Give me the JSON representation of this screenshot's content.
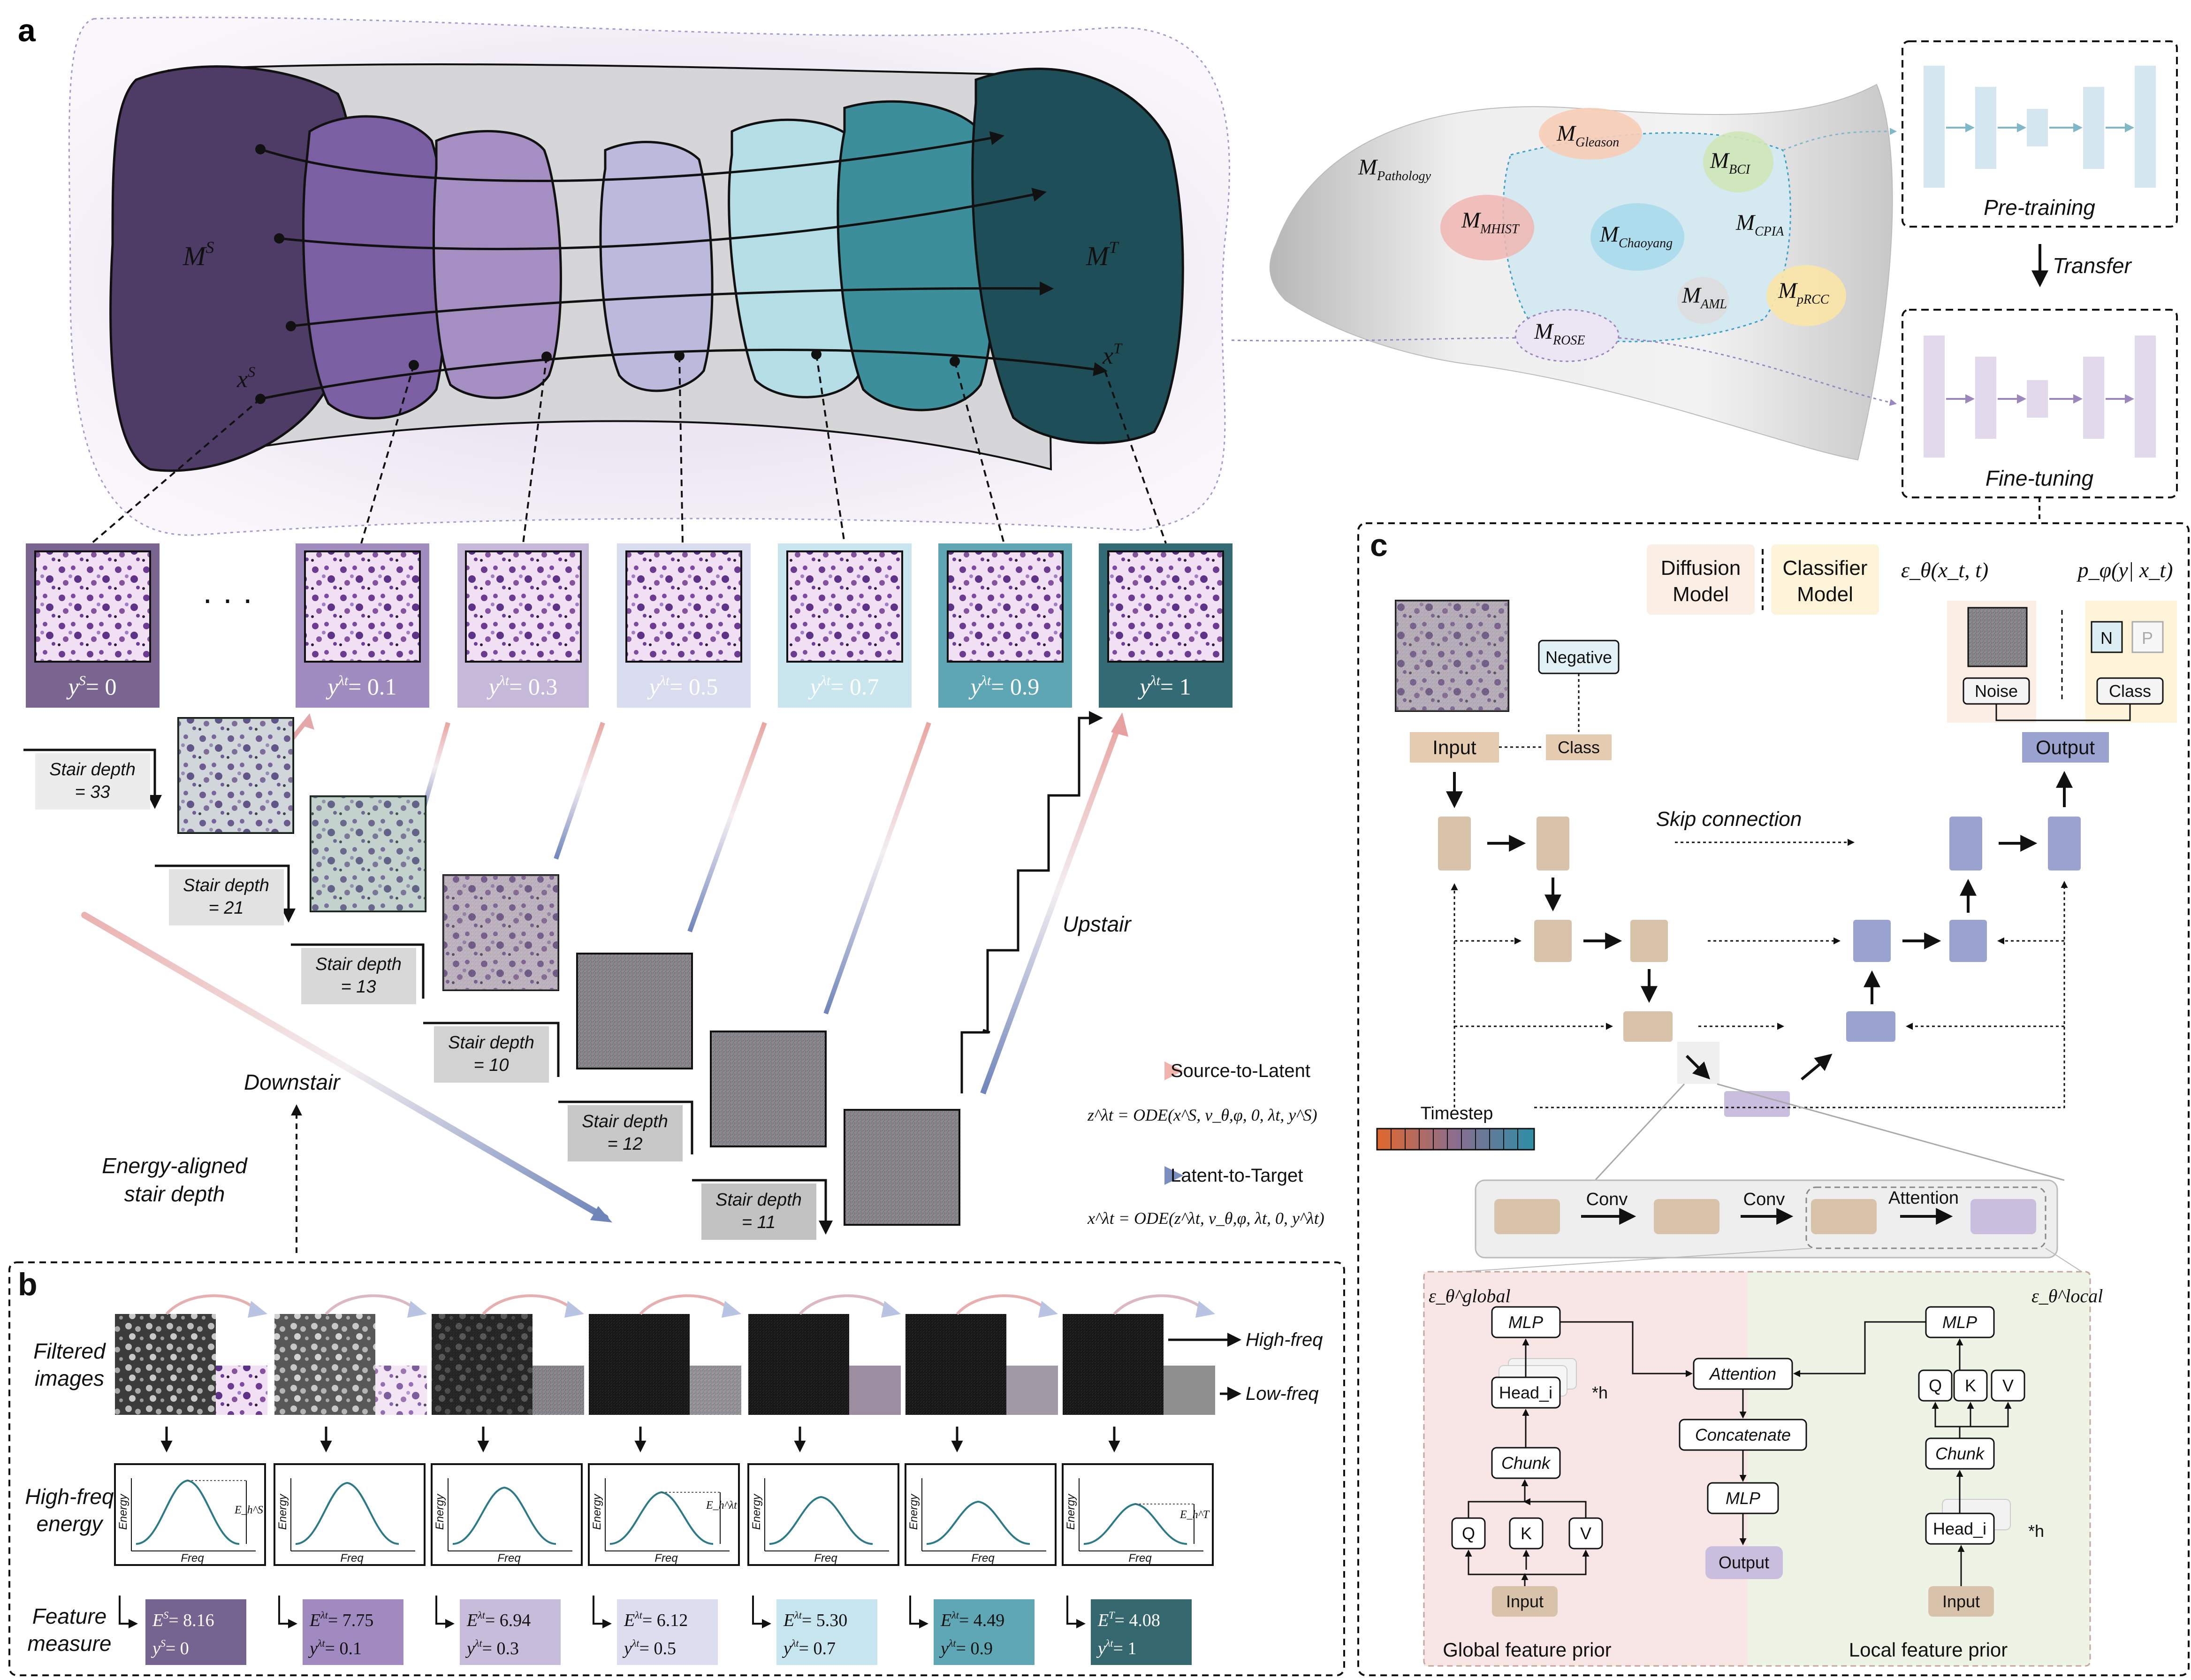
{
  "panels": {
    "a": "a",
    "b": "b",
    "c": "c"
  },
  "panel_a": {
    "manifold_source": "M",
    "manifold_source_sup": "S",
    "manifold_target": "M",
    "manifold_target_sup": "T",
    "point_source": "x",
    "point_source_sup": "S",
    "point_target": "x",
    "point_target_sup": "T",
    "ellipsis": "· · ·",
    "thumbnails": [
      {
        "label": "y",
        "sup": "S",
        "value": "= 0",
        "color": "#7a6590"
      },
      {
        "label": "y",
        "sup": "λt",
        "value": "= 0.1",
        "color": "#a18cc0"
      },
      {
        "label": "y",
        "sup": "λt",
        "value": "= 0.3",
        "color": "#c6b8d8"
      },
      {
        "label": "y",
        "sup": "λt",
        "value": "= 0.5",
        "color": "#d9dbee"
      },
      {
        "label": "y",
        "sup": "λt",
        "value": "= 0.7",
        "color": "#c9e6ee"
      },
      {
        "label": "y",
        "sup": "λt",
        "value": "= 0.9",
        "color": "#5ea6b4"
      },
      {
        "label": "y",
        "sup": "λt",
        "value": "= 1",
        "color": "#336a74"
      }
    ],
    "stairs": [
      {
        "line1": "Stair depth",
        "line2": "= 33"
      },
      {
        "line1": "Stair depth",
        "line2": "= 21"
      },
      {
        "line1": "Stair depth",
        "line2": "= 13"
      },
      {
        "line1": "Stair depth",
        "line2": "= 10"
      },
      {
        "line1": "Stair depth",
        "line2": "= 12"
      },
      {
        "line1": "Stair depth",
        "line2": "= 11"
      }
    ],
    "downstair": "Downstair",
    "upstair": "Upstair",
    "energy_aligned_line1": "Energy-aligned",
    "energy_aligned_line2": "stair depth",
    "legend_source_to_latent": "Source-to-Latent",
    "legend_latent_to_target": "Latent-to-Target",
    "eq_latent": "z^λt = ODE(x^S, v_θ,φ, 0, λt, y^S)",
    "eq_target": "x^λt = ODE(z^λt, v_θ,φ, λt, 0, y^λt)"
  },
  "panel_a_right": {
    "m": "M",
    "manifold_labels": [
      {
        "sub": "Pathology"
      },
      {
        "sub": "Gleason"
      },
      {
        "sub": "BCI"
      },
      {
        "sub": "MHIST"
      },
      {
        "sub": "Chaoyang"
      },
      {
        "sub": "CPIA"
      },
      {
        "sub": "AML"
      },
      {
        "sub": "pRCC"
      },
      {
        "sub": "ROSE"
      }
    ],
    "pretraining": "Pre-training",
    "transfer": "Transfer",
    "finetuning": "Fine-tuning"
  },
  "panel_b": {
    "row_filtered_line1": "Filtered",
    "row_filtered_line2": "images",
    "row_energy_line1": "High-freq",
    "row_energy_line2": "energy",
    "row_feature_line1": "Feature",
    "row_feature_line2": "measure",
    "high_freq": "High-freq",
    "low_freq": "Low-freq",
    "axis_y": "Energy",
    "axis_x": "Freq",
    "curve_labels": [
      "E_h^S",
      "E_h^λt",
      "E_h^T"
    ],
    "measures": [
      {
        "e": "E",
        "sup": "S",
        "eval": "= 8.16",
        "y": "y",
        "ysup": "S",
        "yval": "= 0",
        "color": "#766490",
        "light": true
      },
      {
        "e": "E",
        "sup": "λt",
        "eval": "= 7.75",
        "y": "y",
        "ysup": "λt",
        "yval": "= 0.1",
        "color": "#a08ac0",
        "light": false
      },
      {
        "e": "E",
        "sup": "λt",
        "eval": "= 6.94",
        "y": "y",
        "ysup": "λt",
        "yval": "= 0.3",
        "color": "#c7bcda",
        "light": false
      },
      {
        "e": "E",
        "sup": "λt",
        "eval": "= 6.12",
        "y": "y",
        "ysup": "λt",
        "yval": "= 0.5",
        "color": "#dcdef0",
        "light": false
      },
      {
        "e": "E",
        "sup": "λt",
        "eval": "= 5.30",
        "y": "y",
        "ysup": "λt",
        "yval": "= 0.7",
        "color": "#c6e5ee",
        "light": false
      },
      {
        "e": "E",
        "sup": "λt",
        "eval": "= 4.49",
        "y": "y",
        "ysup": "λt",
        "yval": "= 0.9",
        "color": "#5fa7b5",
        "light": false
      },
      {
        "e": "E",
        "sup": "T",
        "eval": "= 4.08",
        "y": "y",
        "ysup": "λt",
        "yval": "= 1",
        "color": "#35676f",
        "light": true
      }
    ]
  },
  "panel_c": {
    "diffusion_line1": "Diffusion",
    "diffusion_line2": "Model",
    "classifier_line1": "Classifier",
    "classifier_line2": "Model",
    "eps_label": "ε_θ(x_t, t)",
    "p_label": "p_φ(y| x_t)",
    "negative": "Negative",
    "input": "Input",
    "class": "Class",
    "noise": "Noise",
    "class_out": "Class",
    "n": "N",
    "p": "P",
    "output": "Output",
    "skip_connection": "Skip connection",
    "timestep": "Timestep",
    "conv1": "Conv",
    "conv2": "Conv",
    "attention": "Attention",
    "eps_global": "ε_θ^global",
    "eps_local": "ε_θ^local",
    "mlp_left": "MLP",
    "head_left": "Head_i",
    "star_h_left": "*h",
    "chunk_left": "Chunk",
    "q": "Q",
    "k": "K",
    "v": "V",
    "input_left": "Input",
    "attention_center": "Attention",
    "concatenate": "Concatenate",
    "mlp_center": "MLP",
    "output_center": "Output",
    "mlp_right": "MLP",
    "q1": "Q",
    "k1": "K",
    "v1": "V",
    "chunk_right": "Chunk",
    "head_right": "Head_i",
    "star_h_right": "*h",
    "input_right": "Input",
    "global_caption": "Global feature prior",
    "local_caption": "Local feature prior"
  },
  "colors": {
    "purple_dark": "#4e3c66",
    "teal_dark": "#1e4f59",
    "unet_tan": "#d8c3aa",
    "unet_blue": "#9aa3cf",
    "unet_lilac": "#c9bedd",
    "arrow_red": "#e6a0a0",
    "arrow_blue": "#6f83b8"
  }
}
